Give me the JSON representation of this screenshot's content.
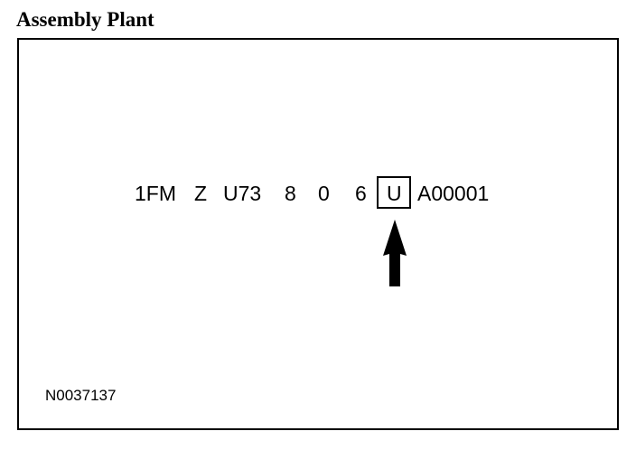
{
  "title": "Assembly Plant",
  "vin": {
    "segments": [
      "1FM",
      "Z",
      "U73",
      "8",
      "0",
      "6",
      "U",
      "A00001"
    ],
    "highlighted_segment": "U"
  },
  "figure_id": "N0037137"
}
